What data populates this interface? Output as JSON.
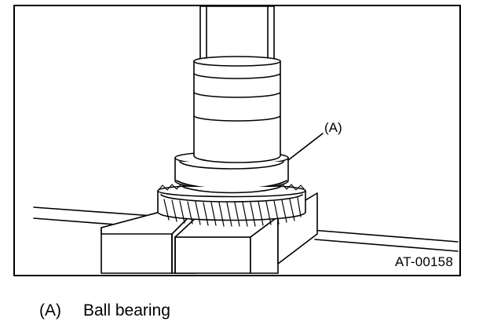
{
  "figure": {
    "callout_label": "(A)",
    "figure_id": "AT-00158"
  },
  "legend": [
    {
      "key": "(A)",
      "text": "Ball bearing"
    }
  ]
}
